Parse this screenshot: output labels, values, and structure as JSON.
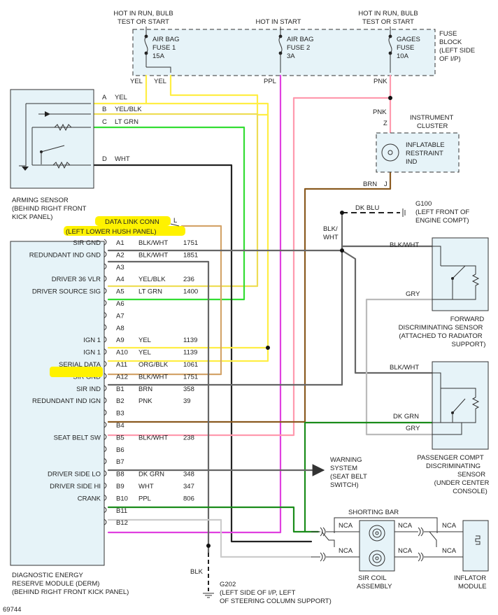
{
  "colors": {
    "yel": "#ffee44",
    "pnk": "#ff9aae",
    "ppl": "#e040e0",
    "grn": "#33dd33",
    "dkgrn": "#1a8c1a",
    "brn": "#8a5a20",
    "org": "#d4a46a",
    "blk": "#666666",
    "gry": "#b8b8b8",
    "wht": "#cccccc",
    "blk_wire": "#222222",
    "highlight": "#fff200"
  },
  "top": {
    "hot_run_left": [
      "HOT IN RUN, BULB",
      "TEST OR START"
    ],
    "hot_start": "HOT IN START",
    "hot_run_right": [
      "HOT IN RUN, BULB",
      "TEST OR START"
    ]
  },
  "fuse_block": {
    "fuse1": [
      "AIR BAG",
      "FUSE 1",
      "15A"
    ],
    "fuse2": [
      "AIR BAG",
      "FUSE 2",
      "3A"
    ],
    "fuse3": [
      "GAGES",
      "FUSE",
      "10A"
    ],
    "label": [
      "FUSE",
      "BLOCK",
      "(LEFT SIDE",
      "OF I/P)"
    ],
    "wire_yel1": "YEL",
    "wire_yel2": "YEL",
    "wire_ppl": "PPL",
    "wire_pnk": "PNK"
  },
  "arming_sensor": {
    "pins": [
      "A",
      "B",
      "C",
      "D"
    ],
    "wires": [
      "YEL",
      "YEL/BLK",
      "LT GRN",
      "WHT"
    ],
    "label": [
      "ARMING SENSOR",
      "(BEHIND RIGHT FRONT",
      "KICK PANEL)"
    ]
  },
  "instrument_cluster": {
    "label": [
      "INSTRUMENT",
      "CLUSTER"
    ],
    "ind": [
      "INFLATABLE",
      "RESTRAINT",
      "IND"
    ],
    "pnk": "PNK",
    "z": "Z",
    "brn": "BRN",
    "j": "J"
  },
  "g100": {
    "label": [
      "G100",
      "(LEFT FRONT OF",
      "ENGINE COMPT)"
    ],
    "wire": "DK BLU",
    "blkwht": [
      "BLK/",
      "WHT"
    ]
  },
  "dlc": {
    "label": [
      "DATA LINK CONN",
      "(LEFT LOWER HUSH PANEL)"
    ],
    "pin": "L"
  },
  "derm": {
    "left_labels": [
      {
        "text": "SIR GND",
        "row": 0
      },
      {
        "text": "REDUNDANT IND GND",
        "row": 1
      },
      {
        "text": "DRIVER 36 VLR",
        "row": 3
      },
      {
        "text": "DRIVER SOURCE SIG",
        "row": 4
      },
      {
        "text": "IGN 1",
        "row": 8
      },
      {
        "text": "IGN 1",
        "row": 9
      },
      {
        "text": "SERIAL DATA",
        "row": 10
      },
      {
        "text": "SIR GND",
        "row": 11
      },
      {
        "text": "SIR IND",
        "row": 12
      },
      {
        "text": "REDUNDANT IND IGN",
        "row": 13
      },
      {
        "text": "SEAT BELT SW",
        "row": 16
      },
      {
        "text": "DRIVER SIDE LO",
        "row": 19
      },
      {
        "text": "DRIVER SIDE HI",
        "row": 20
      },
      {
        "text": "CRANK",
        "row": 21
      }
    ],
    "pins": [
      {
        "pin": "A1",
        "wire": "BLK/WHT",
        "circuit": "1751"
      },
      {
        "pin": "A2",
        "wire": "BLK/WHT",
        "circuit": "1851"
      },
      {
        "pin": "A3",
        "wire": "",
        "circuit": ""
      },
      {
        "pin": "A4",
        "wire": "YEL/BLK",
        "circuit": "236"
      },
      {
        "pin": "A5",
        "wire": "LT GRN",
        "circuit": "1400"
      },
      {
        "pin": "A6",
        "wire": "",
        "circuit": ""
      },
      {
        "pin": "A7",
        "wire": "",
        "circuit": ""
      },
      {
        "pin": "A8",
        "wire": "",
        "circuit": ""
      },
      {
        "pin": "A9",
        "wire": "YEL",
        "circuit": "1139"
      },
      {
        "pin": "A10",
        "wire": "YEL",
        "circuit": "1139"
      },
      {
        "pin": "A11",
        "wire": "ORG/BLK",
        "circuit": "1061"
      },
      {
        "pin": "A12",
        "wire": "BLK/WHT",
        "circuit": "1751"
      },
      {
        "pin": "B1",
        "wire": "BRN",
        "circuit": "358"
      },
      {
        "pin": "B2",
        "wire": "PNK",
        "circuit": "39"
      },
      {
        "pin": "B3",
        "wire": "",
        "circuit": ""
      },
      {
        "pin": "B4",
        "wire": "",
        "circuit": ""
      },
      {
        "pin": "B5",
        "wire": "BLK/WHT",
        "circuit": "238"
      },
      {
        "pin": "B6",
        "wire": "",
        "circuit": ""
      },
      {
        "pin": "B7",
        "wire": "",
        "circuit": ""
      },
      {
        "pin": "B8",
        "wire": "DK GRN",
        "circuit": "348"
      },
      {
        "pin": "B9",
        "wire": "WHT",
        "circuit": "347"
      },
      {
        "pin": "B10",
        "wire": "PPL",
        "circuit": "806"
      },
      {
        "pin": "B11",
        "wire": "",
        "circuit": ""
      },
      {
        "pin": "B12",
        "wire": "",
        "circuit": ""
      }
    ],
    "label": [
      "DIAGNOSTIC ENERGY",
      "RESERVE MODULE (DERM)",
      "(BEHIND RIGHT FRONT KICK PANEL)"
    ]
  },
  "forward_sensor": {
    "blkwht": "BLK/WHT",
    "gry": "GRY",
    "label": [
      "FORWARD",
      "DISCRIMINATING SENSOR",
      "(ATTACHED TO RADIATOR",
      "SUPPORT)"
    ]
  },
  "passenger_sensor": {
    "blkwht": "BLK/WHT",
    "dkgrn": "DK GRN",
    "gry": "GRY",
    "label": [
      "PASSENGER COMPT",
      "DISCRIMINATING",
      "SENSOR",
      "(UNDER CENTER",
      "CONSOLE)"
    ]
  },
  "warning": {
    "label": [
      "WARNING",
      "SYSTEM",
      "(SEAT BELT",
      "SWITCH)"
    ]
  },
  "sir_coil": {
    "shorting_bar": "SHORTING BAR",
    "nca": "NCA",
    "label": [
      "SIR COIL",
      "ASSEMBLY"
    ]
  },
  "inflator": {
    "label": [
      "INFLATOR",
      "MODULE"
    ]
  },
  "g202": {
    "blk": "BLK",
    "label": [
      "G202",
      "(LEFT SIDE OF I/P, LEFT",
      "OF STEERING COLUMN SUPPORT)"
    ]
  },
  "figure_id": "69744"
}
